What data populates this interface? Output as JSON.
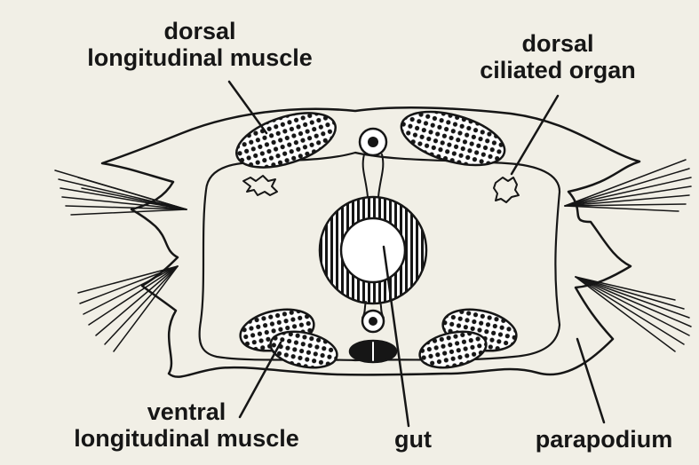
{
  "labels": {
    "dorsal_longitudinal_muscle": {
      "line1": "dorsal",
      "line2": "longitudinal muscle"
    },
    "dorsal_ciliated_organ": {
      "line1": "dorsal",
      "line2": "ciliated organ"
    },
    "ventral_longitudinal_muscle": {
      "line1": "ventral",
      "line2": "longitudinal muscle"
    },
    "gut": "gut",
    "parapodium": "parapodium"
  },
  "colors": {
    "background": "#f1efe6",
    "ink": "#161616"
  }
}
